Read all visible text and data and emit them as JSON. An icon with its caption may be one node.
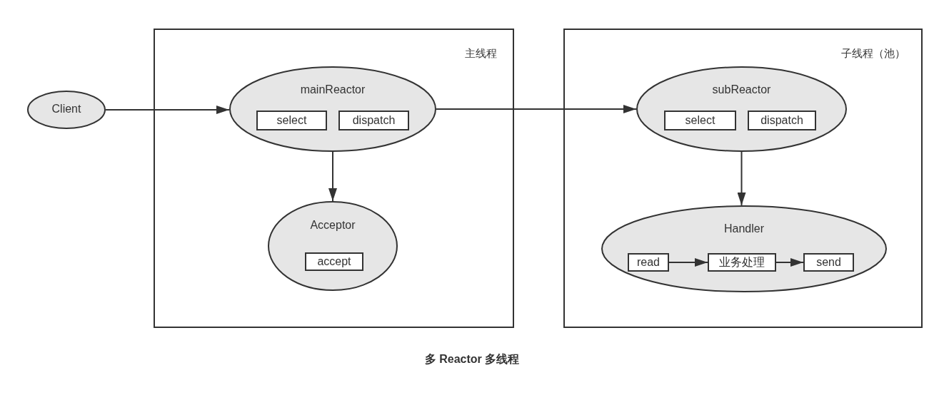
{
  "diagram": {
    "caption": "多 Reactor 多线程",
    "nodes": [
      {
        "text": [
          "主线程"
        ]
      },
      {
        "text": [
          "子线程（池）"
        ]
      },
      {
        "text": [
          "Client"
        ]
      },
      {
        "text": [
          "mainReactor"
        ],
        "in": 0
      },
      {
        "text": [
          "select"
        ],
        "in": 3
      },
      {
        "text": [
          "dispatch"
        ],
        "in": 3
      },
      {
        "text": [
          "Acceptor"
        ],
        "in": 0
      },
      {
        "text": [
          "accept"
        ],
        "in": 6
      },
      {
        "text": [
          "subReactor"
        ],
        "in": 1
      },
      {
        "text": [
          "select"
        ],
        "in": 8
      },
      {
        "text": [
          "dispatch"
        ],
        "in": 8
      },
      {
        "text": [
          "Handler"
        ],
        "in": 1
      },
      {
        "text": [
          "read"
        ],
        "in": 11
      },
      {
        "text": [
          "业务处理"
        ],
        "in": 11
      },
      {
        "text": [
          "send"
        ],
        "in": 11
      }
    ],
    "edges": [
      {
        "from": 2,
        "to": 3,
        "arrow": "to"
      },
      {
        "from": 3,
        "to": 8,
        "arrow": "to"
      },
      {
        "from": 3,
        "to": 6,
        "arrow": "to"
      },
      {
        "from": 8,
        "to": 11,
        "arrow": "to"
      },
      {
        "from": 12,
        "to": 13,
        "arrow": "to"
      },
      {
        "from": 13,
        "to": 14,
        "arrow": "to"
      }
    ]
  }
}
